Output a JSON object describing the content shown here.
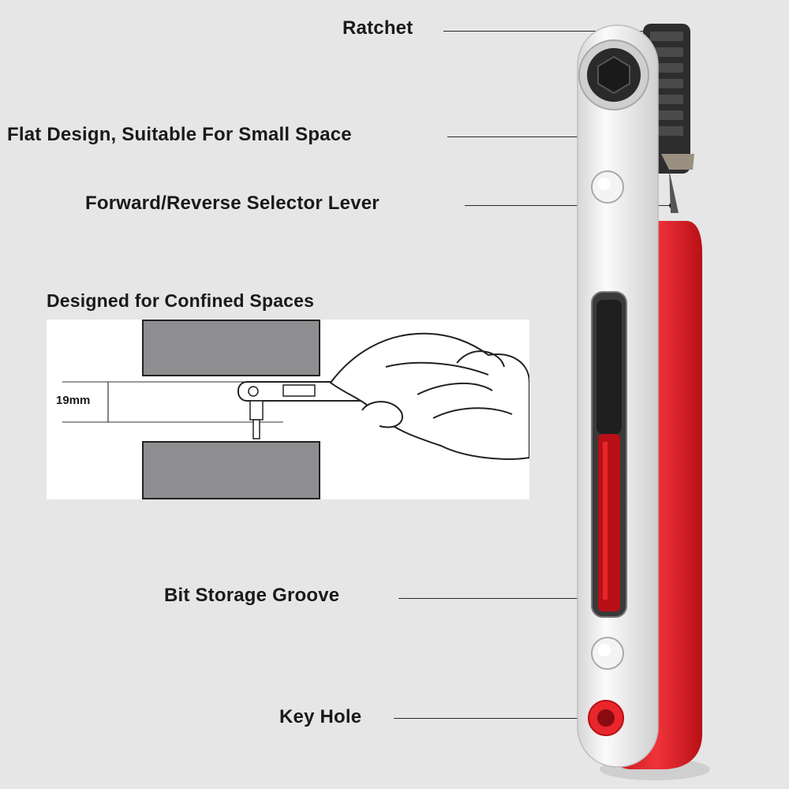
{
  "callouts": {
    "ratchet": "Ratchet",
    "flat_design": "Flat Design, Suitable For Small Space",
    "selector_lever": "Forward/Reverse Selector Lever",
    "bit_storage": "Bit Storage Groove",
    "key_hole": "Key Hole"
  },
  "inset": {
    "title": "Designed for Confined Spaces",
    "dimension": "19mm"
  },
  "colors": {
    "background": "#e6e6e6",
    "handle_red": "#e8262c",
    "steel": "#f2f2f2",
    "block_gray": "#8e8e90"
  }
}
